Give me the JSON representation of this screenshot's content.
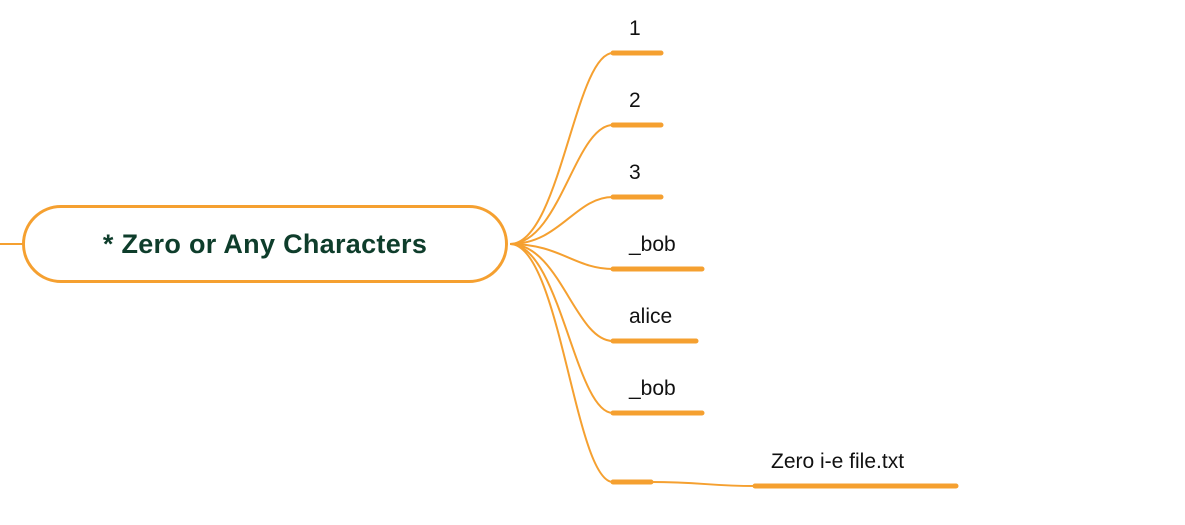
{
  "central_node": {
    "label": "* Zero or Any Characters"
  },
  "branches": [
    {
      "label": "1"
    },
    {
      "label": "2"
    },
    {
      "label": "3"
    },
    {
      "label": "_bob"
    },
    {
      "label": "alice"
    },
    {
      "label": "_bob"
    },
    {
      "label": "",
      "children": [
        {
          "label": "Zero i-e file.txt"
        }
      ]
    }
  ],
  "colors": {
    "branch_line": "#f5a030",
    "central_border": "#f5a030",
    "central_text": "#0e3d2b",
    "branch_text": "#111111"
  }
}
